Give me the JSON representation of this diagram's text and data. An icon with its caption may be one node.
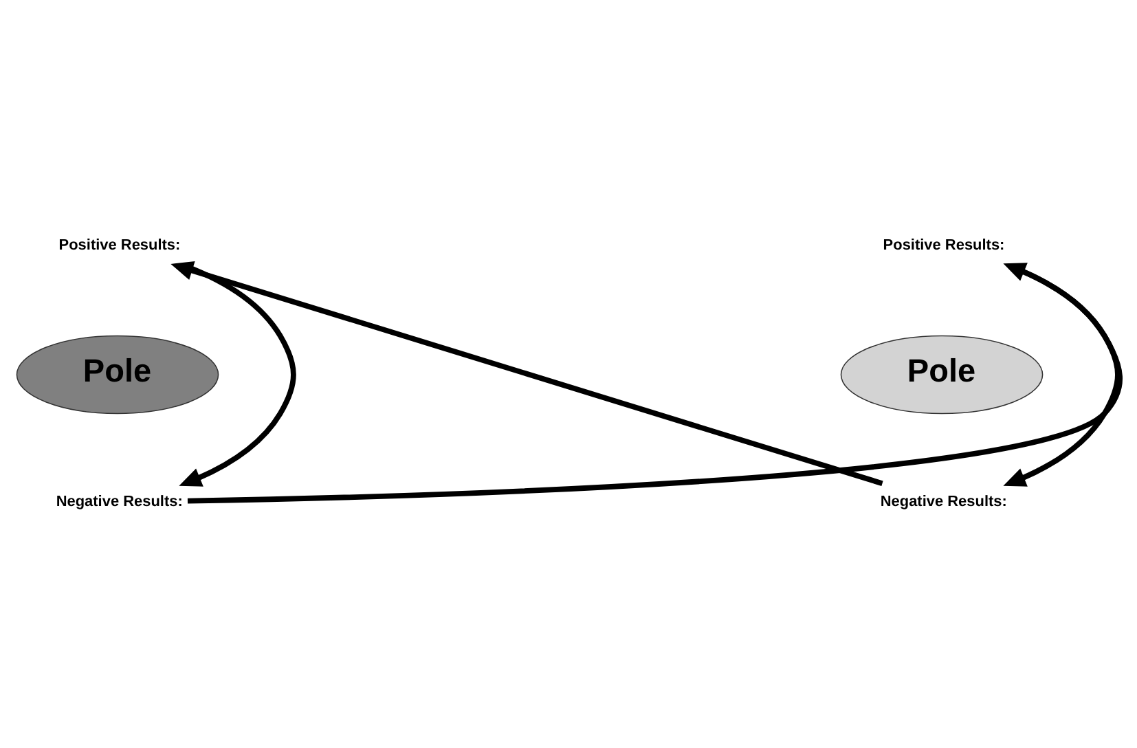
{
  "diagram": {
    "nodes": [
      {
        "text": [
          "Positive Results:"
        ]
      },
      {
        "text": [
          "Positive Results:"
        ]
      },
      {
        "text": [
          "Pole"
        ]
      },
      {
        "text": [
          "Pole"
        ]
      },
      {
        "text": [
          "Negative Results:"
        ]
      },
      {
        "text": [
          "Negative Results:"
        ]
      }
    ],
    "edges": [
      {
        "from": 0,
        "to": 4,
        "arrow": "to"
      },
      {
        "from": 4,
        "to": 1,
        "arrow": "to"
      },
      {
        "from": 1,
        "to": 5,
        "arrow": "to"
      },
      {
        "from": 5,
        "to": 0,
        "arrow": "to"
      }
    ]
  }
}
